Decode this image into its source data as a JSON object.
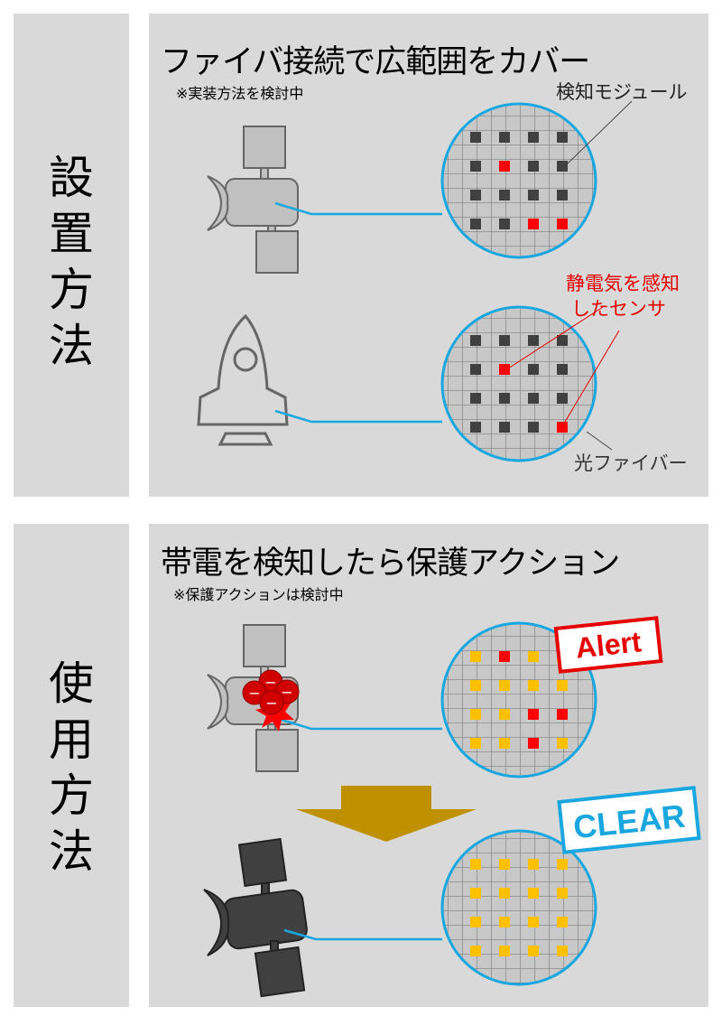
{
  "section1": {
    "label_chars": [
      "設",
      "置",
      "方",
      "法"
    ],
    "title": "ファイバ接続で広範囲をカバー",
    "note": "※実装方法を検討中",
    "callout_module": "検知モジュール",
    "callout_sensor_line1": "静電気を感知",
    "callout_sensor_line2": "したセンサ",
    "callout_fiber": "光ファイバー"
  },
  "section2": {
    "label_chars": [
      "使",
      "用",
      "方",
      "法"
    ],
    "title": "帯電を検知したら保護アクション",
    "note": "※保護アクションは検討中",
    "alert_stamp": "Alert",
    "clear_stamp": "CLEAR",
    "charge_sign": "−"
  },
  "colors": {
    "panel": "#d9d9d9",
    "fiber": "#1aa7e0",
    "sensor_idle": "#404040",
    "sensor_detect": "#ff0000",
    "sensor_ready": "#ffc000",
    "arrow": "#bf9000",
    "alert_red": "#e60000",
    "clear_blue": "#1aa7e0",
    "callout_red": "#e60000"
  }
}
